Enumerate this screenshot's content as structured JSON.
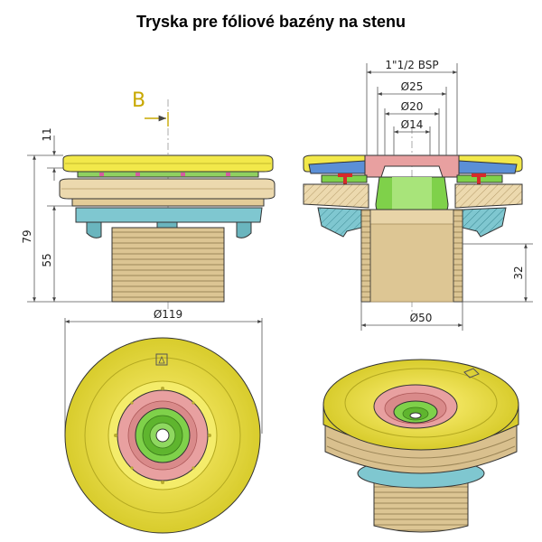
{
  "title": "Tryska pre fóliové bazény na stenu",
  "section_marker": "B",
  "dimensions": {
    "top_height": "11",
    "total_height": "79",
    "thread_height": "55",
    "diameter_119": "Ø119",
    "thread_bsp": "1\"1/2 BSP",
    "d25": "Ø25",
    "d20": "Ø20",
    "d14": "Ø14",
    "h32": "32",
    "d50": "Ø50"
  },
  "colors": {
    "yellow_flange": "#f2e84a",
    "pink_insert": "#e8a0a0",
    "green_nozzle": "#7fd14a",
    "cyan_nut": "#7fc7d0",
    "tan_body": "#e8d4a8",
    "thread": "#d9c08e"
  }
}
